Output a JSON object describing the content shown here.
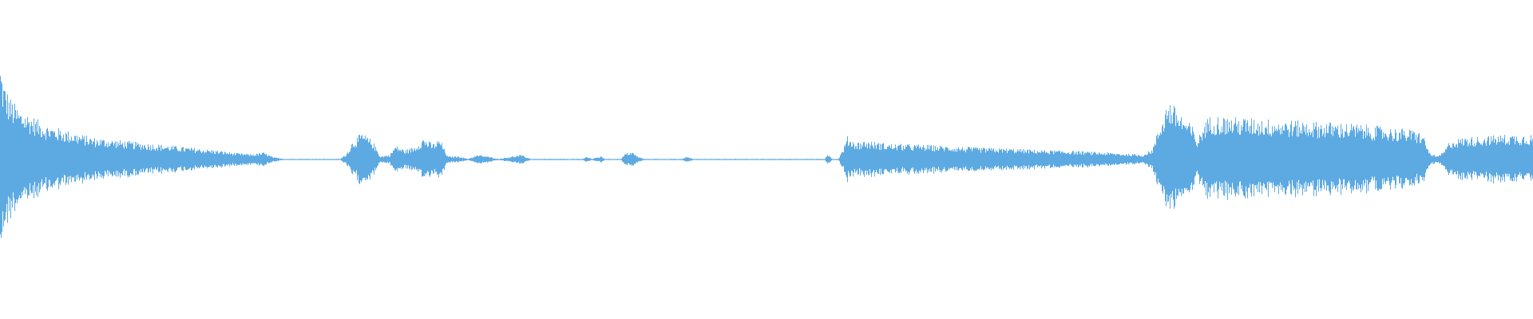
{
  "waveform": {
    "color": "#5DAAE3",
    "background": "#FFFFFF",
    "baseline": "centered",
    "envelope": [
      [
        0.0,
        0.62
      ],
      [
        0.002,
        0.5
      ],
      [
        0.006,
        0.4
      ],
      [
        0.012,
        0.32
      ],
      [
        0.02,
        0.28
      ],
      [
        0.03,
        0.22
      ],
      [
        0.045,
        0.18
      ],
      [
        0.06,
        0.14
      ],
      [
        0.08,
        0.12
      ],
      [
        0.1,
        0.1
      ],
      [
        0.12,
        0.08
      ],
      [
        0.14,
        0.06
      ],
      [
        0.155,
        0.04
      ],
      [
        0.165,
        0.035
      ],
      [
        0.172,
        0.045
      ],
      [
        0.178,
        0.015
      ],
      [
        0.185,
        0.004
      ],
      [
        0.222,
        0.004
      ],
      [
        0.226,
        0.04
      ],
      [
        0.23,
        0.12
      ],
      [
        0.236,
        0.17
      ],
      [
        0.243,
        0.12
      ],
      [
        0.248,
        0.02
      ],
      [
        0.254,
        0.03
      ],
      [
        0.258,
        0.09
      ],
      [
        0.264,
        0.06
      ],
      [
        0.27,
        0.08
      ],
      [
        0.276,
        0.14
      ],
      [
        0.282,
        0.1
      ],
      [
        0.287,
        0.13
      ],
      [
        0.292,
        0.02
      ],
      [
        0.3,
        0.02
      ],
      [
        0.305,
        0.004
      ],
      [
        0.312,
        0.03
      ],
      [
        0.318,
        0.02
      ],
      [
        0.325,
        0.004
      ],
      [
        0.34,
        0.03
      ],
      [
        0.346,
        0.004
      ],
      [
        0.38,
        0.004
      ],
      [
        0.383,
        0.02
      ],
      [
        0.386,
        0.004
      ],
      [
        0.392,
        0.02
      ],
      [
        0.395,
        0.004
      ],
      [
        0.405,
        0.004
      ],
      [
        0.408,
        0.04
      ],
      [
        0.412,
        0.05
      ],
      [
        0.416,
        0.02
      ],
      [
        0.42,
        0.004
      ],
      [
        0.445,
        0.004
      ],
      [
        0.448,
        0.02
      ],
      [
        0.452,
        0.004
      ],
      [
        0.538,
        0.004
      ],
      [
        0.54,
        0.04
      ],
      [
        0.543,
        0.004
      ],
      [
        0.547,
        0.004
      ],
      [
        0.55,
        0.07
      ],
      [
        0.553,
        0.15
      ],
      [
        0.558,
        0.11
      ],
      [
        0.565,
        0.12
      ],
      [
        0.58,
        0.1
      ],
      [
        0.6,
        0.095
      ],
      [
        0.62,
        0.085
      ],
      [
        0.64,
        0.075
      ],
      [
        0.66,
        0.07
      ],
      [
        0.68,
        0.06
      ],
      [
        0.7,
        0.055
      ],
      [
        0.72,
        0.045
      ],
      [
        0.738,
        0.035
      ],
      [
        0.746,
        0.03
      ],
      [
        0.752,
        0.07
      ],
      [
        0.757,
        0.23
      ],
      [
        0.762,
        0.38
      ],
      [
        0.768,
        0.32
      ],
      [
        0.774,
        0.25
      ],
      [
        0.778,
        0.21
      ],
      [
        0.781,
        0.12
      ],
      [
        0.786,
        0.24
      ],
      [
        0.79,
        0.28
      ],
      [
        0.8,
        0.27
      ],
      [
        0.82,
        0.26
      ],
      [
        0.84,
        0.25
      ],
      [
        0.86,
        0.24
      ],
      [
        0.88,
        0.23
      ],
      [
        0.9,
        0.21
      ],
      [
        0.92,
        0.19
      ],
      [
        0.928,
        0.17
      ],
      [
        0.933,
        0.04
      ],
      [
        0.938,
        0.02
      ],
      [
        0.942,
        0.05
      ],
      [
        0.946,
        0.12
      ],
      [
        0.955,
        0.14
      ],
      [
        0.97,
        0.15
      ],
      [
        0.985,
        0.16
      ],
      [
        1.0,
        0.16
      ]
    ]
  }
}
